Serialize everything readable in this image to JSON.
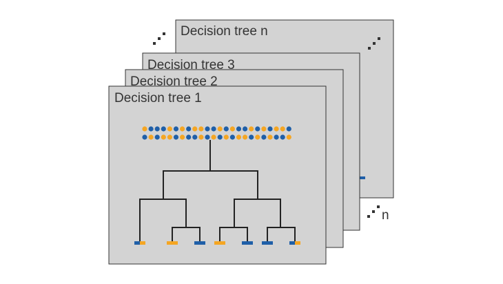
{
  "cards": [
    {
      "label": "Decision tree n"
    },
    {
      "label": "Decision tree 3"
    },
    {
      "label": "Decision tree 2"
    },
    {
      "label": "Decision tree 1"
    }
  ],
  "n_label": "n",
  "colors": {
    "orange": "#f5a623",
    "blue": "#1f5fa8",
    "card": "#d3d3d3",
    "border": "#333333"
  },
  "sample_rows": [
    [
      "orange",
      "blue",
      "blue",
      "blue",
      "orange",
      "blue",
      "orange",
      "blue",
      "orange",
      "orange",
      "blue",
      "blue",
      "orange",
      "blue",
      "orange",
      "blue",
      "blue",
      "orange",
      "blue",
      "orange",
      "blue",
      "orange",
      "orange",
      "blue"
    ],
    [
      "blue",
      "orange",
      "blue",
      "orange",
      "orange",
      "blue",
      "orange",
      "blue",
      "blue",
      "orange",
      "blue",
      "orange",
      "blue",
      "orange",
      "blue",
      "orange",
      "orange",
      "blue",
      "orange",
      "blue",
      "orange",
      "blue",
      "blue",
      "orange"
    ]
  ],
  "leaves": [
    {
      "name": "leaf-1",
      "parts": [
        "blue",
        "orange"
      ]
    },
    {
      "name": "leaf-2",
      "parts": [
        "orange"
      ]
    },
    {
      "name": "leaf-3",
      "parts": [
        "blue"
      ]
    },
    {
      "name": "leaf-4",
      "parts": [
        "orange"
      ]
    },
    {
      "name": "leaf-5",
      "parts": [
        "blue"
      ]
    },
    {
      "name": "leaf-6",
      "parts": [
        "blue"
      ]
    },
    {
      "name": "leaf-7",
      "parts": [
        "blue",
        "orange"
      ]
    }
  ]
}
